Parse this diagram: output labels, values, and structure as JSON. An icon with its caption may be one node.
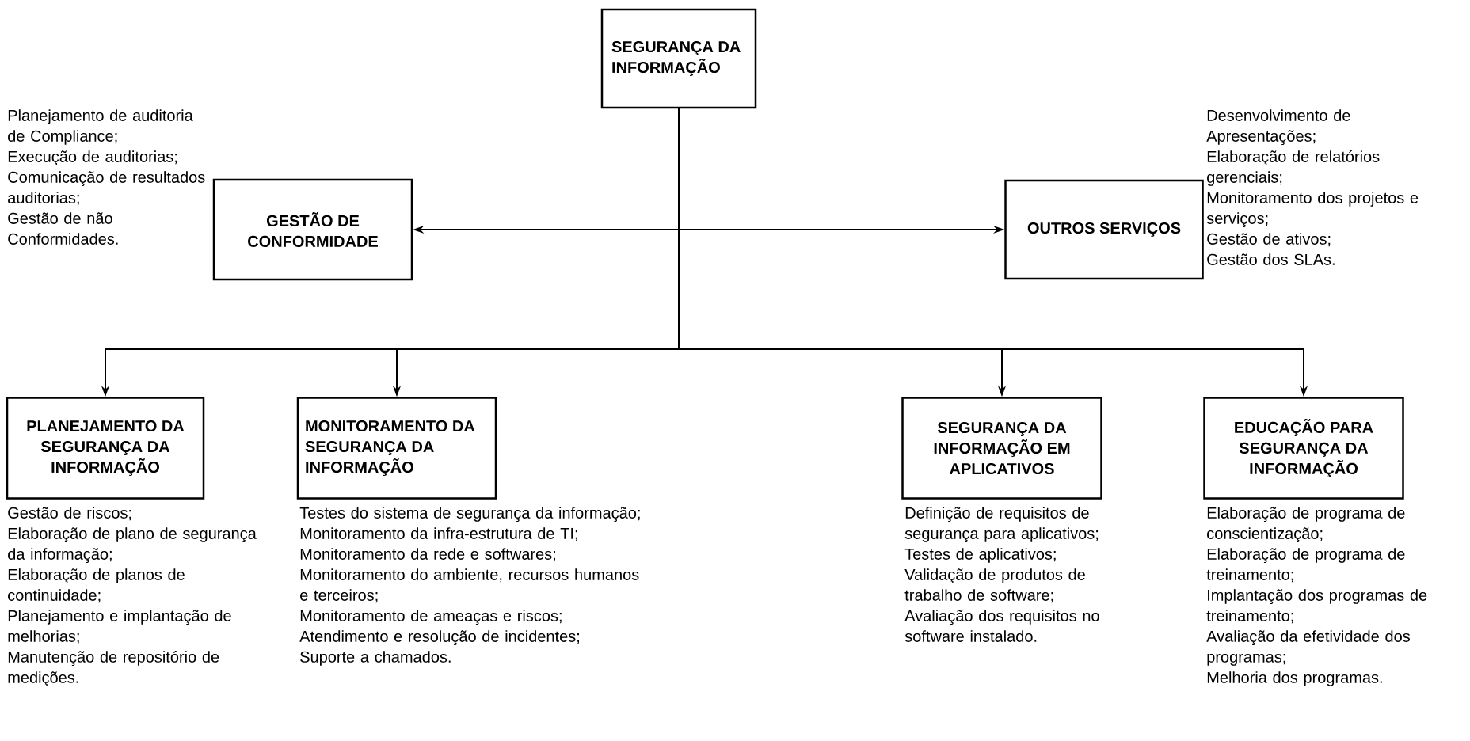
{
  "diagram": {
    "nodes": [
      {
        "text": [
          "SEGURANÇA DA INFORMAÇÃO"
        ]
      },
      {
        "text": [
          "GESTÃO DE CONFORMIDADE"
        ],
        "beside": [
          "Planejamento de auditoria de Compliance;",
          "Execução de auditorias;",
          "Comunicação de resultados auditorias;",
          "Gestão de não Conformidades."
        ]
      },
      {
        "text": [
          "OUTROS SERVIÇOS"
        ],
        "beside": [
          "Desenvolvimento de Apresentações;",
          "Elaboração de relatórios gerenciais;",
          "Monitoramento dos projetos e serviços;",
          "Gestão de ativos;",
          "Gestão dos SLAs."
        ]
      },
      {
        "text": [
          "PLANEJAMENTO DA SEGURANÇA DA INFORMAÇÃO"
        ],
        "beside": [
          "Gestão de riscos;",
          "Elaboração de plano de segurança da informação;",
          "Elaboração de planos de continuidade;",
          "Planejamento e implantação de melhorias;",
          "Manutenção de repositório de medições."
        ]
      },
      {
        "text": [
          "MONITORAMENTO DA SEGURANÇA DA INFORMAÇÃO"
        ],
        "beside": [
          "Testes do sistema de segurança da informação;",
          "Monitoramento da infra-estrutura de TI;",
          "Monitoramento da rede e softwares;",
          "Monitoramento do ambiente, recursos humanos e terceiros;",
          "Monitoramento de ameaças e riscos;",
          "Atendimento e resolução de incidentes;",
          "Suporte a chamados."
        ]
      },
      {
        "text": [
          "SEGURANÇA DA INFORMAÇÃO EM APLICATIVOS"
        ],
        "beside": [
          "Definição de requisitos de segurança para aplicativos;",
          "Testes de aplicativos;",
          "Validação de produtos de trabalho de software;",
          "Avaliação dos requisitos no software instalado."
        ]
      },
      {
        "text": [
          "EDUCAÇÃO PARA SEGURANÇA DA INFORMAÇÃO"
        ],
        "beside": [
          "Elaboração de programa de conscientização;",
          "Elaboração de programa de treinamento;",
          "Implantação dos programas de treinamento;",
          "Avaliação da efetividade dos programas;",
          "Melhoria dos programas."
        ]
      }
    ],
    "edges": [
      {
        "from": 1,
        "to": 2,
        "arrow": "both"
      },
      {
        "from": 0,
        "to": 3,
        "arrow": "to"
      },
      {
        "from": 0,
        "to": 4,
        "arrow": "to"
      },
      {
        "from": 0,
        "to": 5,
        "arrow": "to"
      },
      {
        "from": 0,
        "to": 6,
        "arrow": "to"
      }
    ]
  }
}
